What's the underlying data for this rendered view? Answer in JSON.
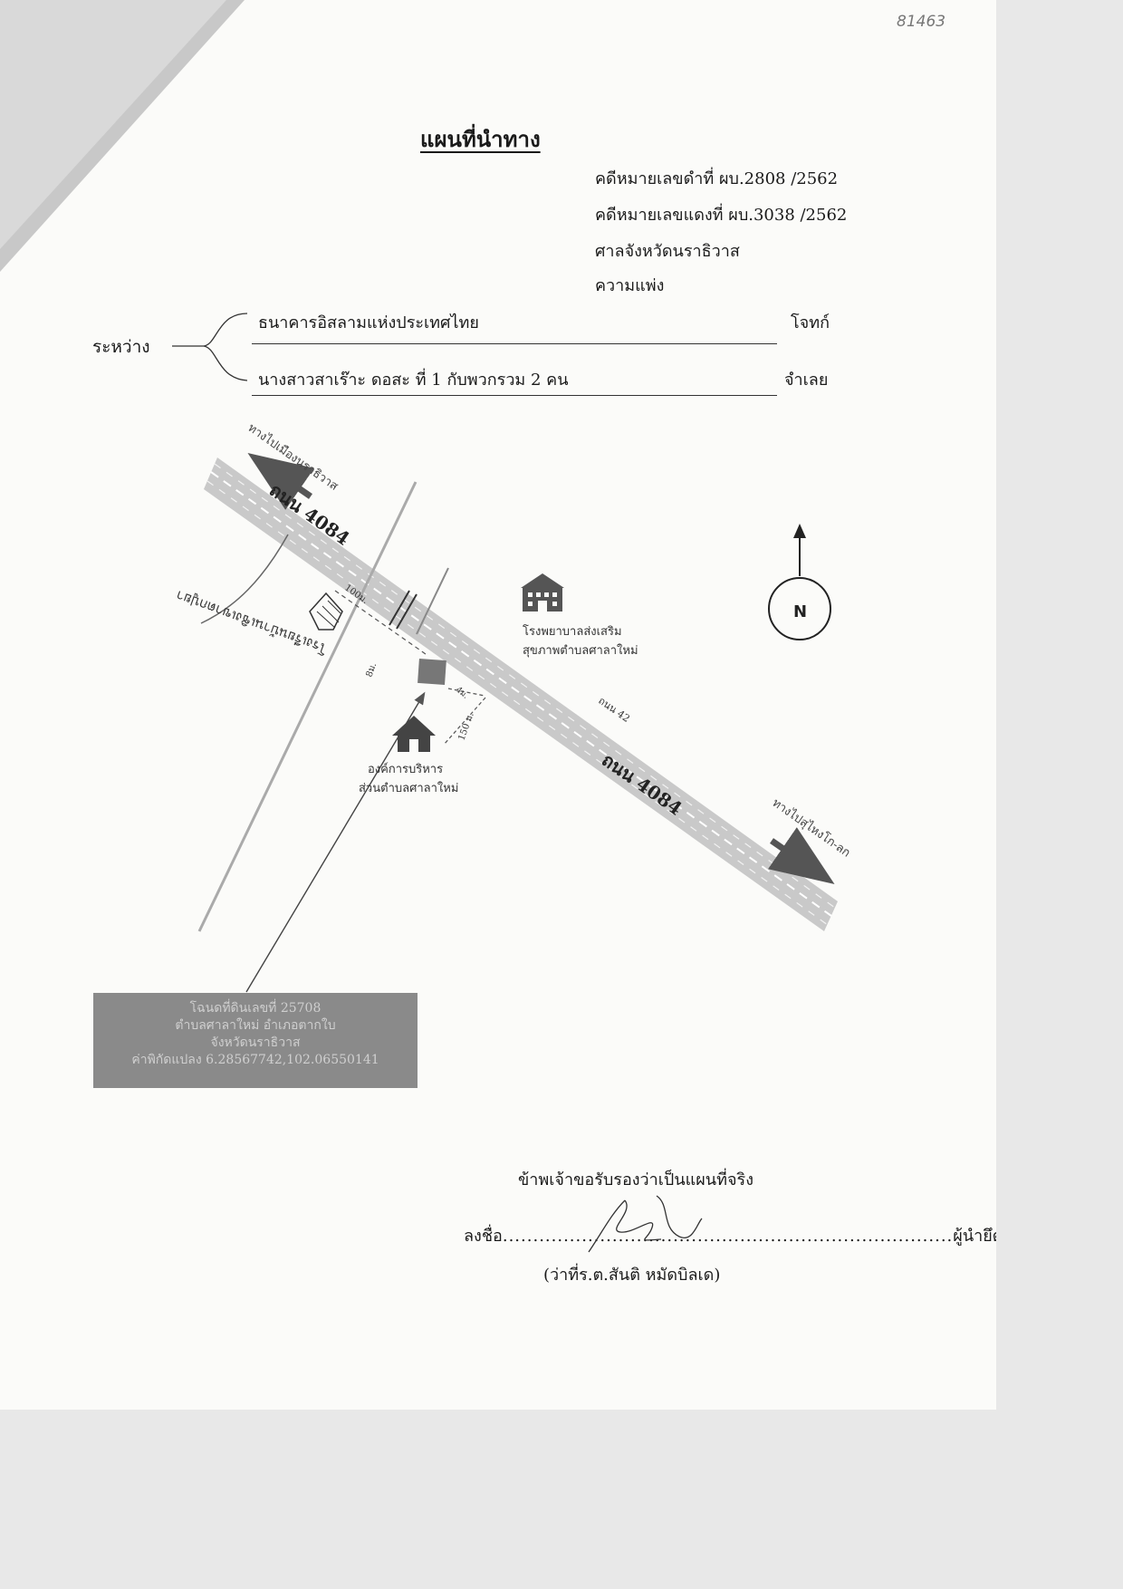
{
  "handwritten_page_number": "81463",
  "title": "แผนที่นำทาง",
  "case": {
    "black_case_no": "คดีหมายเลขดำที่ ผบ.2808 /2562",
    "red_case_no": "คดีหมายเลขแดงที่ ผบ.3038 /2562",
    "court": "ศาลจังหวัดนราธิวาส",
    "case_type": "ความแพ่ง"
  },
  "parties": {
    "between_label": "ระหว่าง",
    "plaintiff_name": "ธนาคารอิสลามแห่งประเทศไทย",
    "plaintiff_role": "โจทก์",
    "defendant_name": "นางสาวสาเร๊าะ ดอสะ ที่ 1 กับพวกรวม 2 คน",
    "defendant_role": "จำเลย"
  },
  "map": {
    "to_narathiwat": "ทางไปเมืองนราธิวาส",
    "to_sungai_kolok": "ทางไปสุไหงโก-ลก",
    "road_upper": "ถนน 4084",
    "road_lower": "ถนน 4084",
    "road_42": "ถนน 42",
    "school_handwritten": "โรงเรียนบ้านเชิงเขาตกปูยา",
    "dist_100": "100ม.",
    "dist_side": "8ม.",
    "dist_150": "150 ม.",
    "dist_small": "4ม.",
    "hospital_line1": "โรงพยาบาลส่งเสริม",
    "hospital_line2": "สุขภาพตำบลศาลาใหม่",
    "sao_line1": "องค์การบริหาร",
    "sao_line2": "ส่วนตำบลศาลาใหม่",
    "north": "N",
    "colors": {
      "road": "#c9c9c9",
      "plot": "#777777",
      "deed_box": "#8a8a8a"
    }
  },
  "deed": {
    "line1": "โฉนดที่ดินเลขที่ 25708",
    "line2": "ตำบลศาลาใหม่ อำเภอตากใบ",
    "line3": "จังหวัดนราธิวาส",
    "line4": "ค่าพิกัดแปลง 6.28567742,102.06550141"
  },
  "certification": {
    "statement": "ข้าพเจ้าขอรับรองว่าเป็นแผนที่จริง",
    "sign_label": "ลงชื่อ",
    "role": "ผู้นำยึด",
    "signer": "(ว่าที่ร.ต.สันติ หมัดบิลเด)"
  }
}
